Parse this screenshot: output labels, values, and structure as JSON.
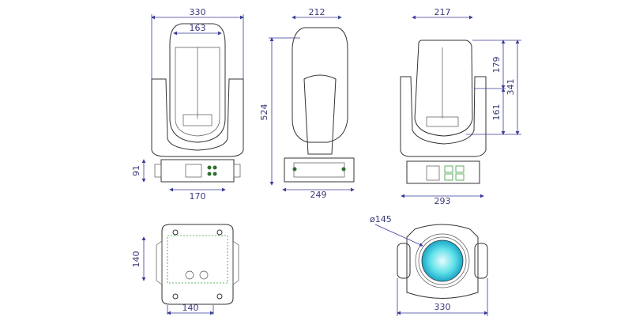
{
  "front_view": {
    "width_overall": "330",
    "head_width": "163",
    "base_height": "91",
    "base_width": "170"
  },
  "side_view": {
    "head_depth": "212",
    "height_overall": "524",
    "base_depth": "249"
  },
  "rear_view": {
    "head_width": "217",
    "upper_height": "179",
    "lower_height": "161",
    "head_height": "341",
    "base_width": "293"
  },
  "bottom_view": {
    "mount_height": "140",
    "mount_width": "140"
  },
  "top_view": {
    "lens_diameter": "ø145",
    "width_overall": "330"
  },
  "colors": {
    "dimension": "#3a3a9a",
    "outline": "#333333",
    "screws": "#2f6e2f",
    "lens": "#3fd6e0"
  }
}
